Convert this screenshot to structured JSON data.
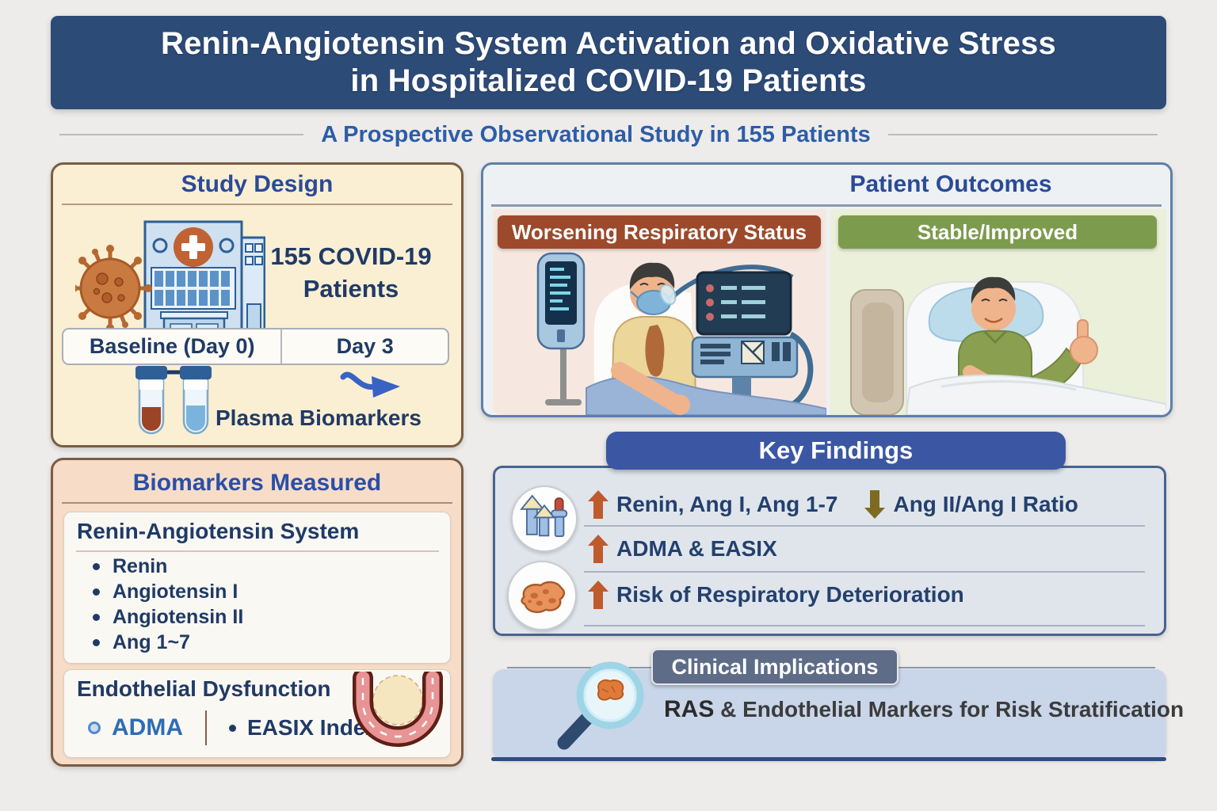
{
  "colors": {
    "page_bg": "#edecea",
    "title_banner": "#2d4b77",
    "subtitle_blue": "#2d5da8",
    "navy_text": "#203a66",
    "heading_blue": "#2b4a96",
    "study_panel_bg": "#faefd3",
    "biomarkers_panel_bg": "#f7ddc8",
    "panel_border_brown": "#7b5c43",
    "outcomes_border": "#5c80aa",
    "worsening_banner": "#9c4a2b",
    "stable_banner": "#7d9b4d",
    "key_findings_banner": "#3b57a3",
    "key_findings_bg": "#e0e5ec",
    "up_arrow_red": "#bf5a2d",
    "down_arrow_olive": "#7d6b22",
    "clinical_banner": "#5e6c87",
    "clinical_bg": "#c9d6e9",
    "adma_blue": "#2e6cb5",
    "bottom_rule": "#2d4f80"
  },
  "header": {
    "title_line1": "Renin-Angiotensin System Activation and Oxidative Stress",
    "title_line2": "in Hospitalized COVID-19 Patients",
    "subtitle": "A Prospective Observational Study in 155 Patients"
  },
  "study_design": {
    "heading": "Study Design",
    "patients_line1": "155 COVID-19",
    "patients_line2": "Patients",
    "timeline_baseline": "Baseline (Day 0)",
    "timeline_day3": "Day 3",
    "plasma_label": "Plasma Biomarkers",
    "icons": [
      "virus-icon",
      "hospital-icon",
      "test-tubes-icon",
      "curved-arrow-icon"
    ]
  },
  "biomarkers": {
    "heading": "Biomarkers Measured",
    "ras_heading": "Renin-Angiotensin System",
    "ras_items": [
      "Renin",
      "Angiotensin I",
      "Angiotensin II",
      "Ang 1~7"
    ],
    "endo_heading": "Endothelial Dysfunction",
    "endo_item_adma": "ADMA",
    "endo_item_easix": "EASIX Index",
    "icons": [
      "blood-vessel-icon"
    ]
  },
  "outcomes": {
    "heading": "Patient Outcomes",
    "worsening_banner": "Worsening Respiratory Status",
    "stable_banner": "Stable/Improved",
    "icons": [
      "ventilated-patient-illustration",
      "recovering-patient-illustration"
    ]
  },
  "key_findings": {
    "heading": "Key Findings",
    "row1_up_text": "Renin, Ang I, Ang 1-7",
    "row1_down_text": "Ang II/Ang I Ratio",
    "row2_up_text": "ADMA & EASIX",
    "row3_up_text": "Risk of Respiratory Deterioration",
    "icons": [
      "rising-markers-icon",
      "tissue-icon",
      "up-arrow-icon",
      "down-arrow-icon"
    ]
  },
  "clinical": {
    "heading": "Clinical Implications",
    "text_bold": "RAS",
    "text_rest": " & Endothelial Markers for Risk Stratification",
    "icons": [
      "magnifier-icon"
    ]
  }
}
